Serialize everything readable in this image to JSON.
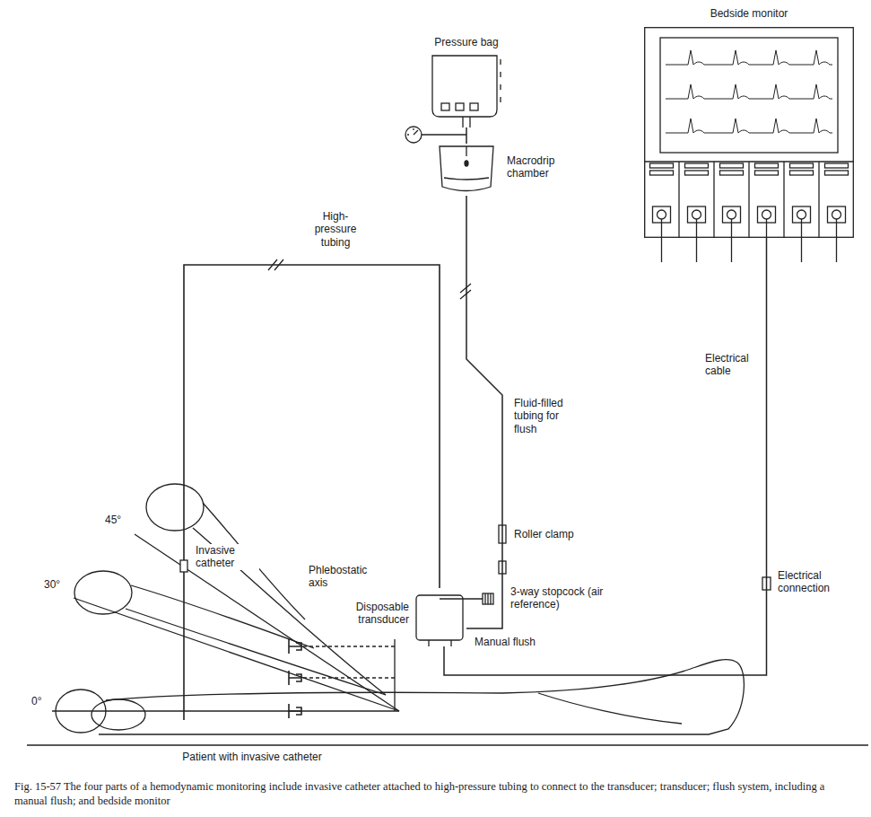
{
  "diagram": {
    "caption": "Fig. 15-57 The four parts of a hemodynamic monitoring include invasive catheter attached to high-pressure tubing to connect to the transducer; transducer; flush system, including a manual flush; and bedside monitor",
    "nodes": [
      {
        "text": [
          "Bedside monitor"
        ]
      },
      {
        "text": [
          "Pressure bag"
        ]
      },
      {
        "text": [
          "Macrodrip chamber"
        ]
      },
      {
        "text": [
          "Disposable transducer"
        ]
      }
    ],
    "edges": [
      {
        "from": 1,
        "to": 2,
        "arrow": "none"
      },
      {
        "from": 2,
        "to": 3,
        "label": "Fluid-filled tubing for flush",
        "arrow": "none"
      },
      {
        "from": 3,
        "to": 0,
        "label": "Electrical cable",
        "arrow": "none"
      }
    ],
    "labels": [
      "Invasive catheter",
      "45°",
      "30°",
      "0°",
      "Phlebostatic axis",
      "High-pressure tubing",
      "Roller clamp",
      "3-way stopcock (air reference)",
      "Manual flush",
      "Electrical connection",
      "Patient with invasive catheter"
    ]
  }
}
